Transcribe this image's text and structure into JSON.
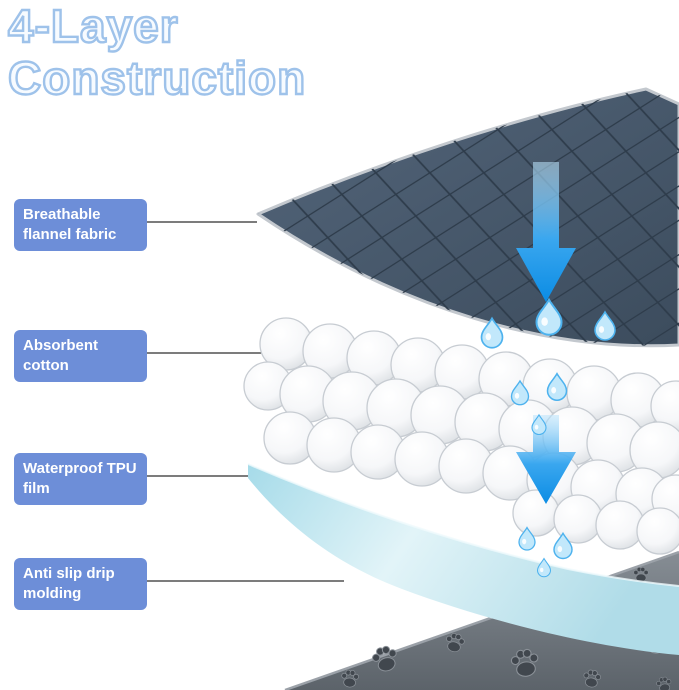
{
  "title": {
    "line1": "4-Layer",
    "line2": "Construction"
  },
  "layers": [
    {
      "label": "Breathable flannel fabric"
    },
    {
      "label": "Absorbent cotton"
    },
    {
      "label": "Waterproof TPU film"
    },
    {
      "label": "Anti slip drip molding"
    }
  ],
  "colors": {
    "title_fill": "#f7fbff",
    "title_outline": "#9ec2ea",
    "label_background": "#6d8ed8",
    "label_text": "#ffffff",
    "flannel_fabric": "#46586b",
    "absorbent_cotton": "#ffffff",
    "tpu_film": "#bfe3ee",
    "anti_slip_base": "#6b7279",
    "water_blue": "#1e9ae9"
  }
}
